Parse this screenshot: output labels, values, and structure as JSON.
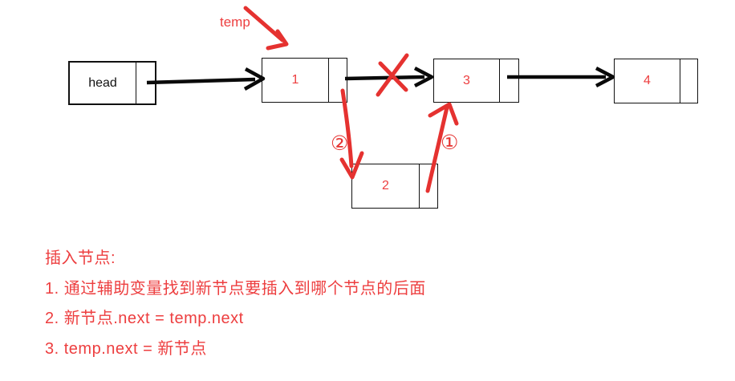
{
  "diagram": {
    "temp_label": "temp",
    "node_head": "head",
    "node_1": "1",
    "node_2": "2",
    "node_3": "3",
    "node_4": "4",
    "marker_1": "①",
    "marker_2": "②",
    "colors": {
      "marker_red": "#e53230",
      "text_red": "#ed3e3f",
      "black": "#0a0a0a"
    }
  },
  "notes": {
    "title": "插入节点:",
    "steps": [
      "1. 通过辅助变量找到新节点要插入到哪个节点的后面",
      "2. 新节点.next = temp.next",
      "3. temp.next = 新节点"
    ]
  }
}
